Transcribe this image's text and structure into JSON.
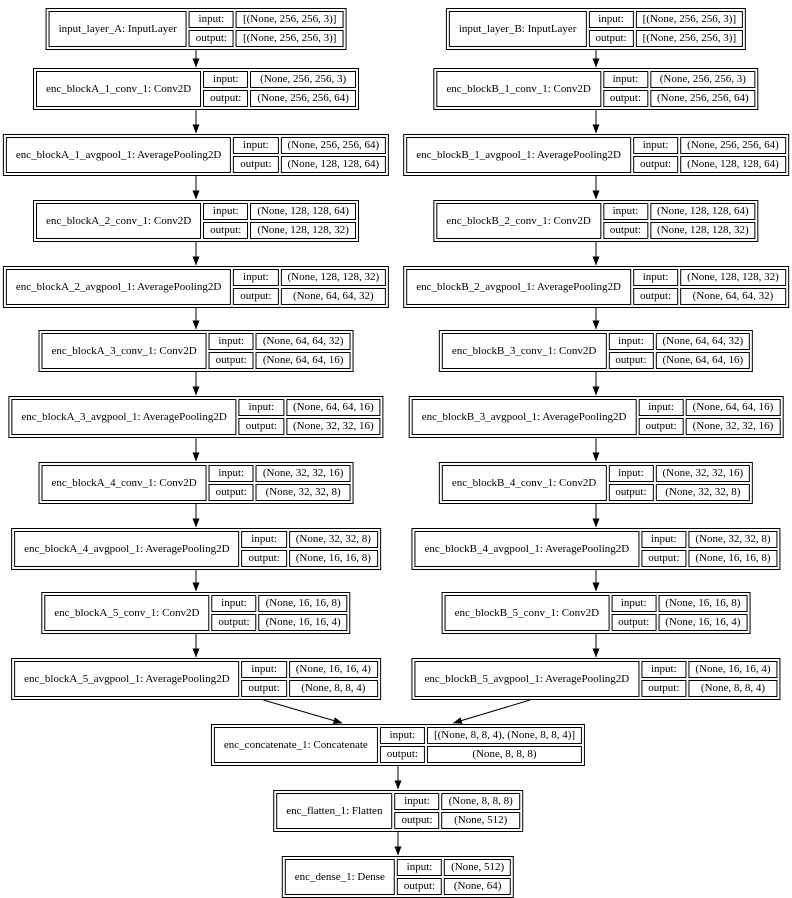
{
  "diagram": {
    "kind": "keras-model-architecture-plot",
    "colors": {
      "background": "#ffffff",
      "node_fill": "#ffffff",
      "border": "#000000",
      "text": "#000000",
      "edge": "#000000"
    },
    "field_labels": {
      "input": "input:",
      "output": "output:"
    },
    "nodes": [
      {
        "id": "input_layer_A",
        "name": "input_layer_A: InputLayer",
        "input": "[(None, 256, 256, 3)]",
        "output": "[(None, 256, 256, 3)]",
        "col": "A",
        "row": 0
      },
      {
        "id": "enc_blockA_1_conv_1",
        "name": "enc_blockA_1_conv_1: Conv2D",
        "input": "(None, 256, 256, 3)",
        "output": "(None, 256, 256, 64)",
        "col": "A",
        "row": 1
      },
      {
        "id": "enc_blockA_1_avgpool_1",
        "name": "enc_blockA_1_avgpool_1: AveragePooling2D",
        "input": "(None, 256, 256, 64)",
        "output": "(None, 128, 128, 64)",
        "col": "A",
        "row": 2
      },
      {
        "id": "enc_blockA_2_conv_1",
        "name": "enc_blockA_2_conv_1: Conv2D",
        "input": "(None, 128, 128, 64)",
        "output": "(None, 128, 128, 32)",
        "col": "A",
        "row": 3
      },
      {
        "id": "enc_blockA_2_avgpool_1",
        "name": "enc_blockA_2_avgpool_1: AveragePooling2D",
        "input": "(None, 128, 128, 32)",
        "output": "(None, 64, 64, 32)",
        "col": "A",
        "row": 4
      },
      {
        "id": "enc_blockA_3_conv_1",
        "name": "enc_blockA_3_conv_1: Conv2D",
        "input": "(None, 64, 64, 32)",
        "output": "(None, 64, 64, 16)",
        "col": "A",
        "row": 5
      },
      {
        "id": "enc_blockA_3_avgpool_1",
        "name": "enc_blockA_3_avgpool_1: AveragePooling2D",
        "input": "(None, 64, 64, 16)",
        "output": "(None, 32, 32, 16)",
        "col": "A",
        "row": 6
      },
      {
        "id": "enc_blockA_4_conv_1",
        "name": "enc_blockA_4_conv_1: Conv2D",
        "input": "(None, 32, 32, 16)",
        "output": "(None, 32, 32, 8)",
        "col": "A",
        "row": 7
      },
      {
        "id": "enc_blockA_4_avgpool_1",
        "name": "enc_blockA_4_avgpool_1: AveragePooling2D",
        "input": "(None, 32, 32, 8)",
        "output": "(None, 16, 16, 8)",
        "col": "A",
        "row": 8
      },
      {
        "id": "enc_blockA_5_conv_1",
        "name": "enc_blockA_5_conv_1: Conv2D",
        "input": "(None, 16, 16, 8)",
        "output": "(None, 16, 16, 4)",
        "col": "A",
        "row": 9
      },
      {
        "id": "enc_blockA_5_avgpool_1",
        "name": "enc_blockA_5_avgpool_1: AveragePooling2D",
        "input": "(None, 16, 16, 4)",
        "output": "(None, 8, 8, 4)",
        "col": "A",
        "row": 10
      },
      {
        "id": "input_layer_B",
        "name": "input_layer_B: InputLayer",
        "input": "[(None, 256, 256, 3)]",
        "output": "[(None, 256, 256, 3)]",
        "col": "B",
        "row": 0
      },
      {
        "id": "enc_blockB_1_conv_1",
        "name": "enc_blockB_1_conv_1: Conv2D",
        "input": "(None, 256, 256, 3)",
        "output": "(None, 256, 256, 64)",
        "col": "B",
        "row": 1
      },
      {
        "id": "enc_blockB_1_avgpool_1",
        "name": "enc_blockB_1_avgpool_1: AveragePooling2D",
        "input": "(None, 256, 256, 64)",
        "output": "(None, 128, 128, 64)",
        "col": "B",
        "row": 2
      },
      {
        "id": "enc_blockB_2_conv_1",
        "name": "enc_blockB_2_conv_1: Conv2D",
        "input": "(None, 128, 128, 64)",
        "output": "(None, 128, 128, 32)",
        "col": "B",
        "row": 3
      },
      {
        "id": "enc_blockB_2_avgpool_1",
        "name": "enc_blockB_2_avgpool_1: AveragePooling2D",
        "input": "(None, 128, 128, 32)",
        "output": "(None, 64, 64, 32)",
        "col": "B",
        "row": 4
      },
      {
        "id": "enc_blockB_3_conv_1",
        "name": "enc_blockB_3_conv_1: Conv2D",
        "input": "(None, 64, 64, 32)",
        "output": "(None, 64, 64, 16)",
        "col": "B",
        "row": 5
      },
      {
        "id": "enc_blockB_3_avgpool_1",
        "name": "enc_blockB_3_avgpool_1: AveragePooling2D",
        "input": "(None, 64, 64, 16)",
        "output": "(None, 32, 32, 16)",
        "col": "B",
        "row": 6
      },
      {
        "id": "enc_blockB_4_conv_1",
        "name": "enc_blockB_4_conv_1: Conv2D",
        "input": "(None, 32, 32, 16)",
        "output": "(None, 32, 32, 8)",
        "col": "B",
        "row": 7
      },
      {
        "id": "enc_blockB_4_avgpool_1",
        "name": "enc_blockB_4_avgpool_1: AveragePooling2D",
        "input": "(None, 32, 32, 8)",
        "output": "(None, 16, 16, 8)",
        "col": "B",
        "row": 8
      },
      {
        "id": "enc_blockB_5_conv_1",
        "name": "enc_blockB_5_conv_1: Conv2D",
        "input": "(None, 16, 16, 8)",
        "output": "(None, 16, 16, 4)",
        "col": "B",
        "row": 9
      },
      {
        "id": "enc_blockB_5_avgpool_1",
        "name": "enc_blockB_5_avgpool_1: AveragePooling2D",
        "input": "(None, 16, 16, 4)",
        "output": "(None, 8, 8, 4)",
        "col": "B",
        "row": 10
      },
      {
        "id": "enc_concatenate_1",
        "name": "enc_concatenate_1: Concatenate",
        "input": "[(None, 8, 8, 4), (None, 8, 8, 4)]",
        "output": "(None, 8, 8, 8)",
        "col": "T",
        "row": 11
      },
      {
        "id": "enc_flatten_1",
        "name": "enc_flatten_1: Flatten",
        "input": "(None, 8, 8, 8)",
        "output": "(None, 512)",
        "col": "T",
        "row": 12
      },
      {
        "id": "enc_dense_1",
        "name": "enc_dense_1: Dense",
        "input": "(None, 512)",
        "output": "(None, 64)",
        "col": "T",
        "row": 13
      }
    ],
    "edges": [
      [
        "input_layer_A",
        "enc_blockA_1_conv_1"
      ],
      [
        "enc_blockA_1_conv_1",
        "enc_blockA_1_avgpool_1"
      ],
      [
        "enc_blockA_1_avgpool_1",
        "enc_blockA_2_conv_1"
      ],
      [
        "enc_blockA_2_conv_1",
        "enc_blockA_2_avgpool_1"
      ],
      [
        "enc_blockA_2_avgpool_1",
        "enc_blockA_3_conv_1"
      ],
      [
        "enc_blockA_3_conv_1",
        "enc_blockA_3_avgpool_1"
      ],
      [
        "enc_blockA_3_avgpool_1",
        "enc_blockA_4_conv_1"
      ],
      [
        "enc_blockA_4_conv_1",
        "enc_blockA_4_avgpool_1"
      ],
      [
        "enc_blockA_4_avgpool_1",
        "enc_blockA_5_conv_1"
      ],
      [
        "enc_blockA_5_conv_1",
        "enc_blockA_5_avgpool_1"
      ],
      [
        "enc_blockA_5_avgpool_1",
        "enc_concatenate_1"
      ],
      [
        "input_layer_B",
        "enc_blockB_1_conv_1"
      ],
      [
        "enc_blockB_1_conv_1",
        "enc_blockB_1_avgpool_1"
      ],
      [
        "enc_blockB_1_avgpool_1",
        "enc_blockB_2_conv_1"
      ],
      [
        "enc_blockB_2_conv_1",
        "enc_blockB_2_avgpool_1"
      ],
      [
        "enc_blockB_2_avgpool_1",
        "enc_blockB_3_conv_1"
      ],
      [
        "enc_blockB_3_conv_1",
        "enc_blockB_3_avgpool_1"
      ],
      [
        "enc_blockB_3_avgpool_1",
        "enc_blockB_4_conv_1"
      ],
      [
        "enc_blockB_4_conv_1",
        "enc_blockB_4_avgpool_1"
      ],
      [
        "enc_blockB_4_avgpool_1",
        "enc_blockB_5_conv_1"
      ],
      [
        "enc_blockB_5_conv_1",
        "enc_blockB_5_avgpool_1"
      ],
      [
        "enc_blockB_5_avgpool_1",
        "enc_concatenate_1"
      ],
      [
        "enc_concatenate_1",
        "enc_flatten_1"
      ],
      [
        "enc_flatten_1",
        "enc_dense_1"
      ]
    ]
  }
}
